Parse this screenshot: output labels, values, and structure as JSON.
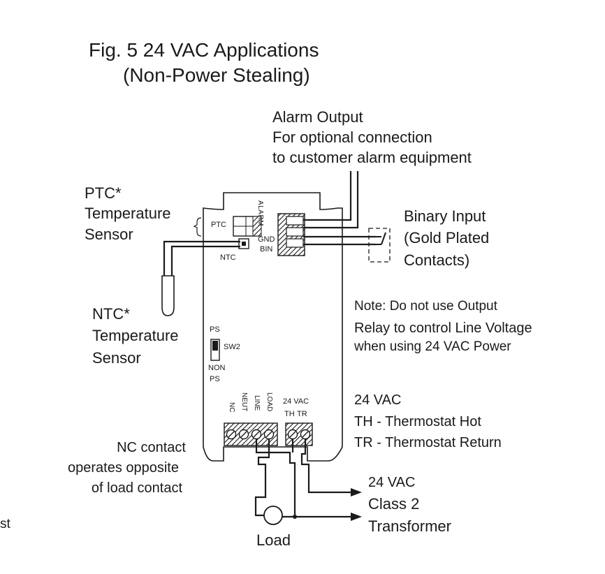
{
  "figure": {
    "title_line1": "Fig. 5 24 VAC Applications",
    "title_line2": "(Non-Power Stealing)"
  },
  "alarm_output": {
    "line1": "Alarm Output",
    "line2": "For optional connection",
    "line3": "to customer alarm equipment"
  },
  "ptc_sensor": {
    "line1": "PTC*",
    "line2": "Temperature",
    "line3": "Sensor"
  },
  "ntc_sensor": {
    "line1": "NTC*",
    "line2": "Temperature",
    "line3": "Sensor"
  },
  "binary_input": {
    "line1": "Binary Input",
    "line2": "(Gold Plated",
    "line3": "Contacts)"
  },
  "note": {
    "line1": "Note: Do not use Output",
    "line2": "Relay to control Line Voltage",
    "line3": "when using 24 VAC Power"
  },
  "vac_legend": {
    "line1": "24 VAC",
    "line2": "TH - Thermostat Hot",
    "line3": "TR - Thermostat Return"
  },
  "nc_contact": {
    "line1": "NC contact",
    "line2": "operates opposite",
    "line3": "of load contact"
  },
  "transformer": {
    "line1": "24 VAC",
    "line2": "Class 2",
    "line3": "Transformer"
  },
  "load_label": "Load",
  "edge_fragment": "st",
  "device": {
    "ptc_label": "PTC",
    "ntc_label": "NTC",
    "gnd_label": "GND",
    "bin_label": "BIN",
    "alarm_label": "ALARM",
    "sw_top": "PS",
    "sw_name": "SW2",
    "sw_bottom1": "NON",
    "sw_bottom2": "PS",
    "vac_header": "24 VAC",
    "th_label": "TH",
    "tr_label": "TR",
    "term_nc": "NC",
    "term_neut": "NEUT",
    "term_line": "LINE",
    "term_load": "LOAD"
  },
  "colors": {
    "line": "#1a1a1a",
    "background": "#ffffff"
  }
}
